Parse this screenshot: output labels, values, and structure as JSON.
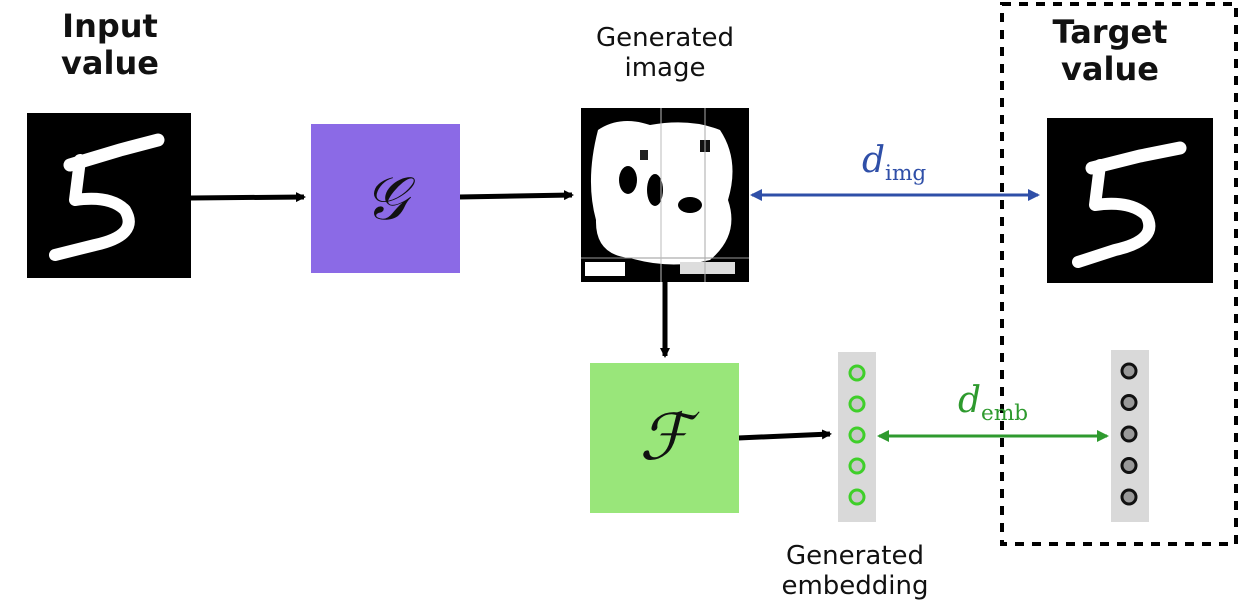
{
  "input": {
    "title_line1": "Input",
    "title_line2": "value"
  },
  "generator": {
    "symbol": "𝒢",
    "color": "#8b6ae6"
  },
  "generated_image": {
    "title_line1": "Generated",
    "title_line2": "image"
  },
  "encoder": {
    "symbol": "ℱ",
    "color": "#99e67a"
  },
  "generated_embedding": {
    "title_line1": "Generated",
    "title_line2": "embedding",
    "dot_color": "#3fcf2a",
    "dots": 5
  },
  "target": {
    "title_line1": "Target",
    "title_line2": "value",
    "dot_color": "#888888",
    "dots": 5
  },
  "distances": {
    "img": {
      "symbol": "d",
      "subscript": "img",
      "color": "#2f4fa8"
    },
    "emb": {
      "symbol": "d",
      "subscript": "emb",
      "color": "#2e9a2e"
    }
  }
}
